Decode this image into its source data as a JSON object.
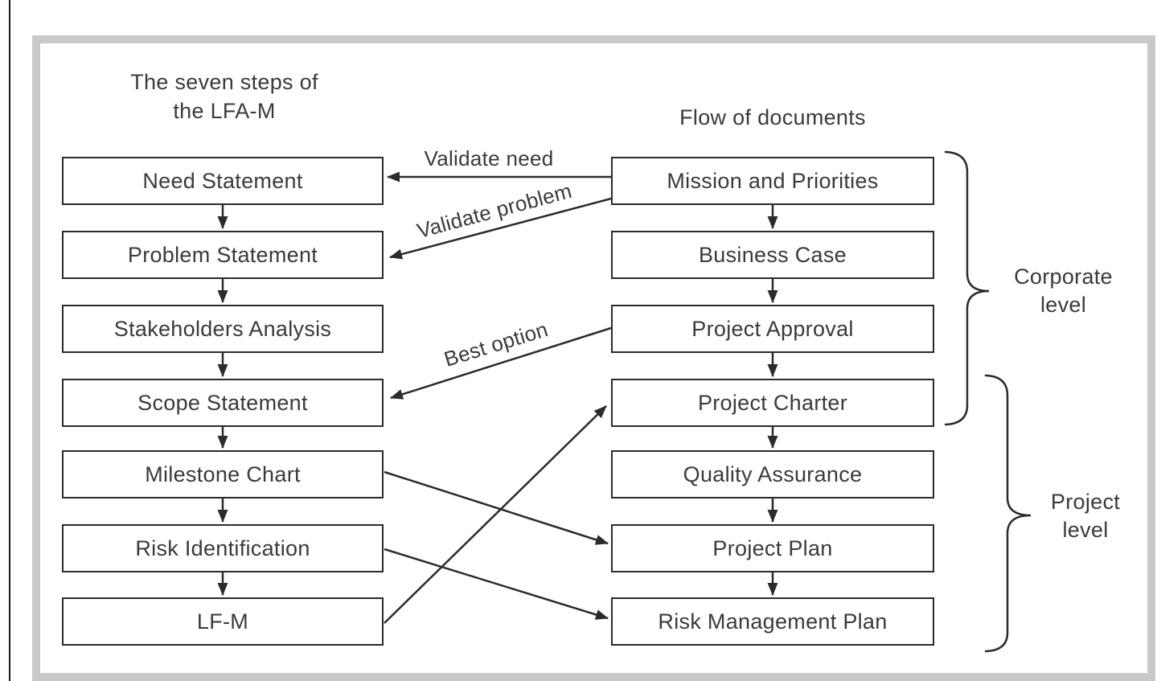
{
  "left_panel": {
    "title_lines": [
      "The seven steps of",
      "the LFA-M"
    ],
    "boxes": [
      "Need Statement",
      "Problem Statement",
      "Stakeholders Analysis",
      "Scope Statement",
      "Milestone Chart",
      "Risk Identification",
      "LF-M"
    ]
  },
  "right_panel": {
    "title": "Flow of documents",
    "boxes": [
      "Mission and Priorities",
      "Business Case",
      "Project Approval",
      "Project Charter",
      "Quality Assurance",
      "Project Plan",
      "Risk Management Plan"
    ]
  },
  "link_labels": {
    "validate_need": "Validate need",
    "validate_problem": "Validate problem",
    "best_option": "Best option"
  },
  "group_labels": {
    "corporate_lines": [
      "Corporate",
      "level"
    ],
    "project_lines": [
      "Project",
      "level"
    ]
  },
  "colors": {
    "line": "#2b2b2b",
    "text": "#3a3a3a",
    "frame": "#c9c9c9",
    "background": "#ffffff"
  }
}
